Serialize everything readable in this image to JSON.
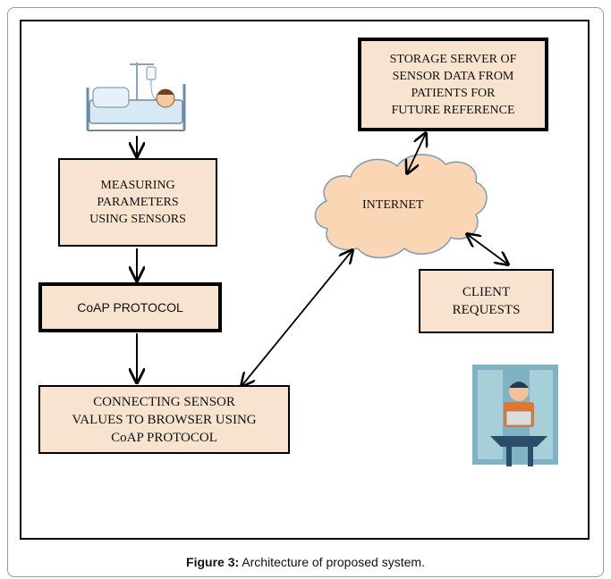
{
  "figure": {
    "caption_label": "Figure 3:",
    "caption_text": " Architecture of proposed system."
  },
  "nodes": {
    "measuring": "MEASURING\nPARAMETERS\nUSING SENSORS",
    "coap": "CoAP PROTOCOL",
    "connecting": "CONNECTING SENSOR\nVALUES TO BROWSER USING\nCoAP PROTOCOL",
    "storage": "STORAGE SERVER OF\nSENSOR DATA FROM\nPATIENTS FOR\nFUTURE REFERENCE",
    "internet": "INTERNET",
    "client": "CLIENT\nREQUESTS"
  },
  "colors": {
    "box_fill": "#f7e3cf",
    "cloud_fill": "#fbd6b4",
    "border": "#000000"
  }
}
